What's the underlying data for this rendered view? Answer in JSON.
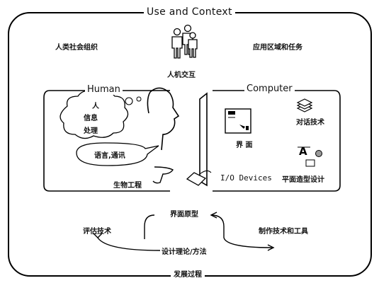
{
  "diagram": {
    "title": "Use and Context",
    "top_left_label": "人类社会组织",
    "top_center_label": "人机交互",
    "top_right_label": "应用区域和任务",
    "bottom_label": "发展过程",
    "human": {
      "title": "Human",
      "thought_lines": [
        "人",
        "信息",
        "处理"
      ],
      "speech_label": "语言,通讯",
      "bottom_label": "生物工程"
    },
    "computer": {
      "title": "Computer",
      "dialog_label": "对话技术",
      "interface_label": "界 面",
      "io_label": "I/O Devices",
      "graphic_design_label": "平面造型设计"
    },
    "cycle": {
      "top": "界面原型",
      "left": "评估技术",
      "right": "制作技术和工具",
      "bottom": "设计理论/方法"
    }
  },
  "icons": [
    "people-icon",
    "thought-cloud-icon",
    "human-head-icon",
    "monitor-icon",
    "interface-window-icon",
    "stacked-layers-icon",
    "text-graphic-icon",
    "mouse-icon",
    "cycle-arrow-icon"
  ]
}
